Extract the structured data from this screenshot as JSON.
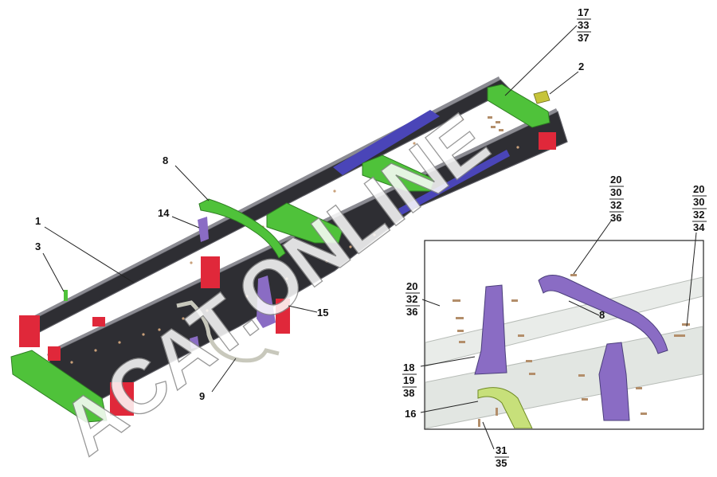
{
  "watermark": "ACAT.ONLINE",
  "colors": {
    "frame": "#2e2e33",
    "frame_edge": "#5c5c63",
    "crossmember": "#4fc23a",
    "liner": "#4a45b8",
    "bracket_red": "#e0283a",
    "bracket_violet": "#8a6cc4",
    "exhaust_pipe": "#c8c8bc",
    "inset_bg": "#e9ece9"
  },
  "callouts": {
    "c1": [
      "1"
    ],
    "c2": [
      "2"
    ],
    "c3": [
      "3"
    ],
    "c8_main": [
      "8"
    ],
    "c9": [
      "9"
    ],
    "c14": [
      "14"
    ],
    "c15": [
      "15"
    ],
    "c17": [
      "17",
      "33",
      "37"
    ],
    "c20_inset_top": [
      "20",
      "30",
      "32",
      "36"
    ],
    "c20_inset_right": [
      "20",
      "30",
      "32",
      "34"
    ],
    "c20_inset_left": [
      "20",
      "32",
      "36"
    ],
    "c8_inset": [
      "8"
    ],
    "c18": [
      "18",
      "19",
      "38"
    ],
    "c16": [
      "16"
    ],
    "c31": [
      "31",
      "35"
    ]
  }
}
